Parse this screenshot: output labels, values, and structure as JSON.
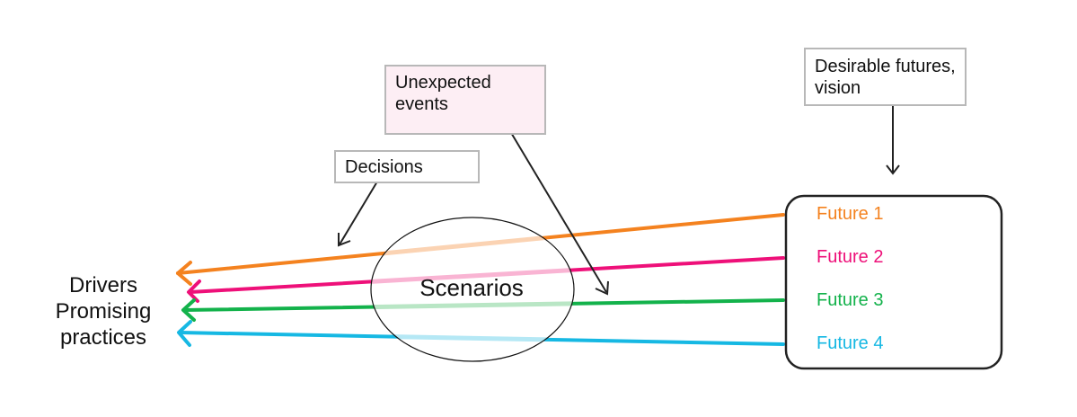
{
  "boxes": {
    "unexpected": "Unexpected events",
    "desirable": "Desirable futures, vision",
    "decisions": "Decisions"
  },
  "left_label": {
    "line1": "Drivers",
    "line2": "Promising",
    "line3": "practices"
  },
  "center": {
    "label": "Scenarios"
  },
  "futures": [
    {
      "label": "Future 1",
      "color": "#f4821f",
      "faded": "#fbd3b3"
    },
    {
      "label": "Future 2",
      "color": "#ee1079",
      "faded": "#f9b4d3"
    },
    {
      "label": "Future 3",
      "color": "#13b24b",
      "faded": "#b9e6c5"
    },
    {
      "label": "Future 4",
      "color": "#16b8e3",
      "faded": "#b5e8f5"
    }
  ],
  "colors": {
    "box_border": "#b8b8b8",
    "unexpected_bg": "#fdeef4",
    "ink": "#111111"
  }
}
